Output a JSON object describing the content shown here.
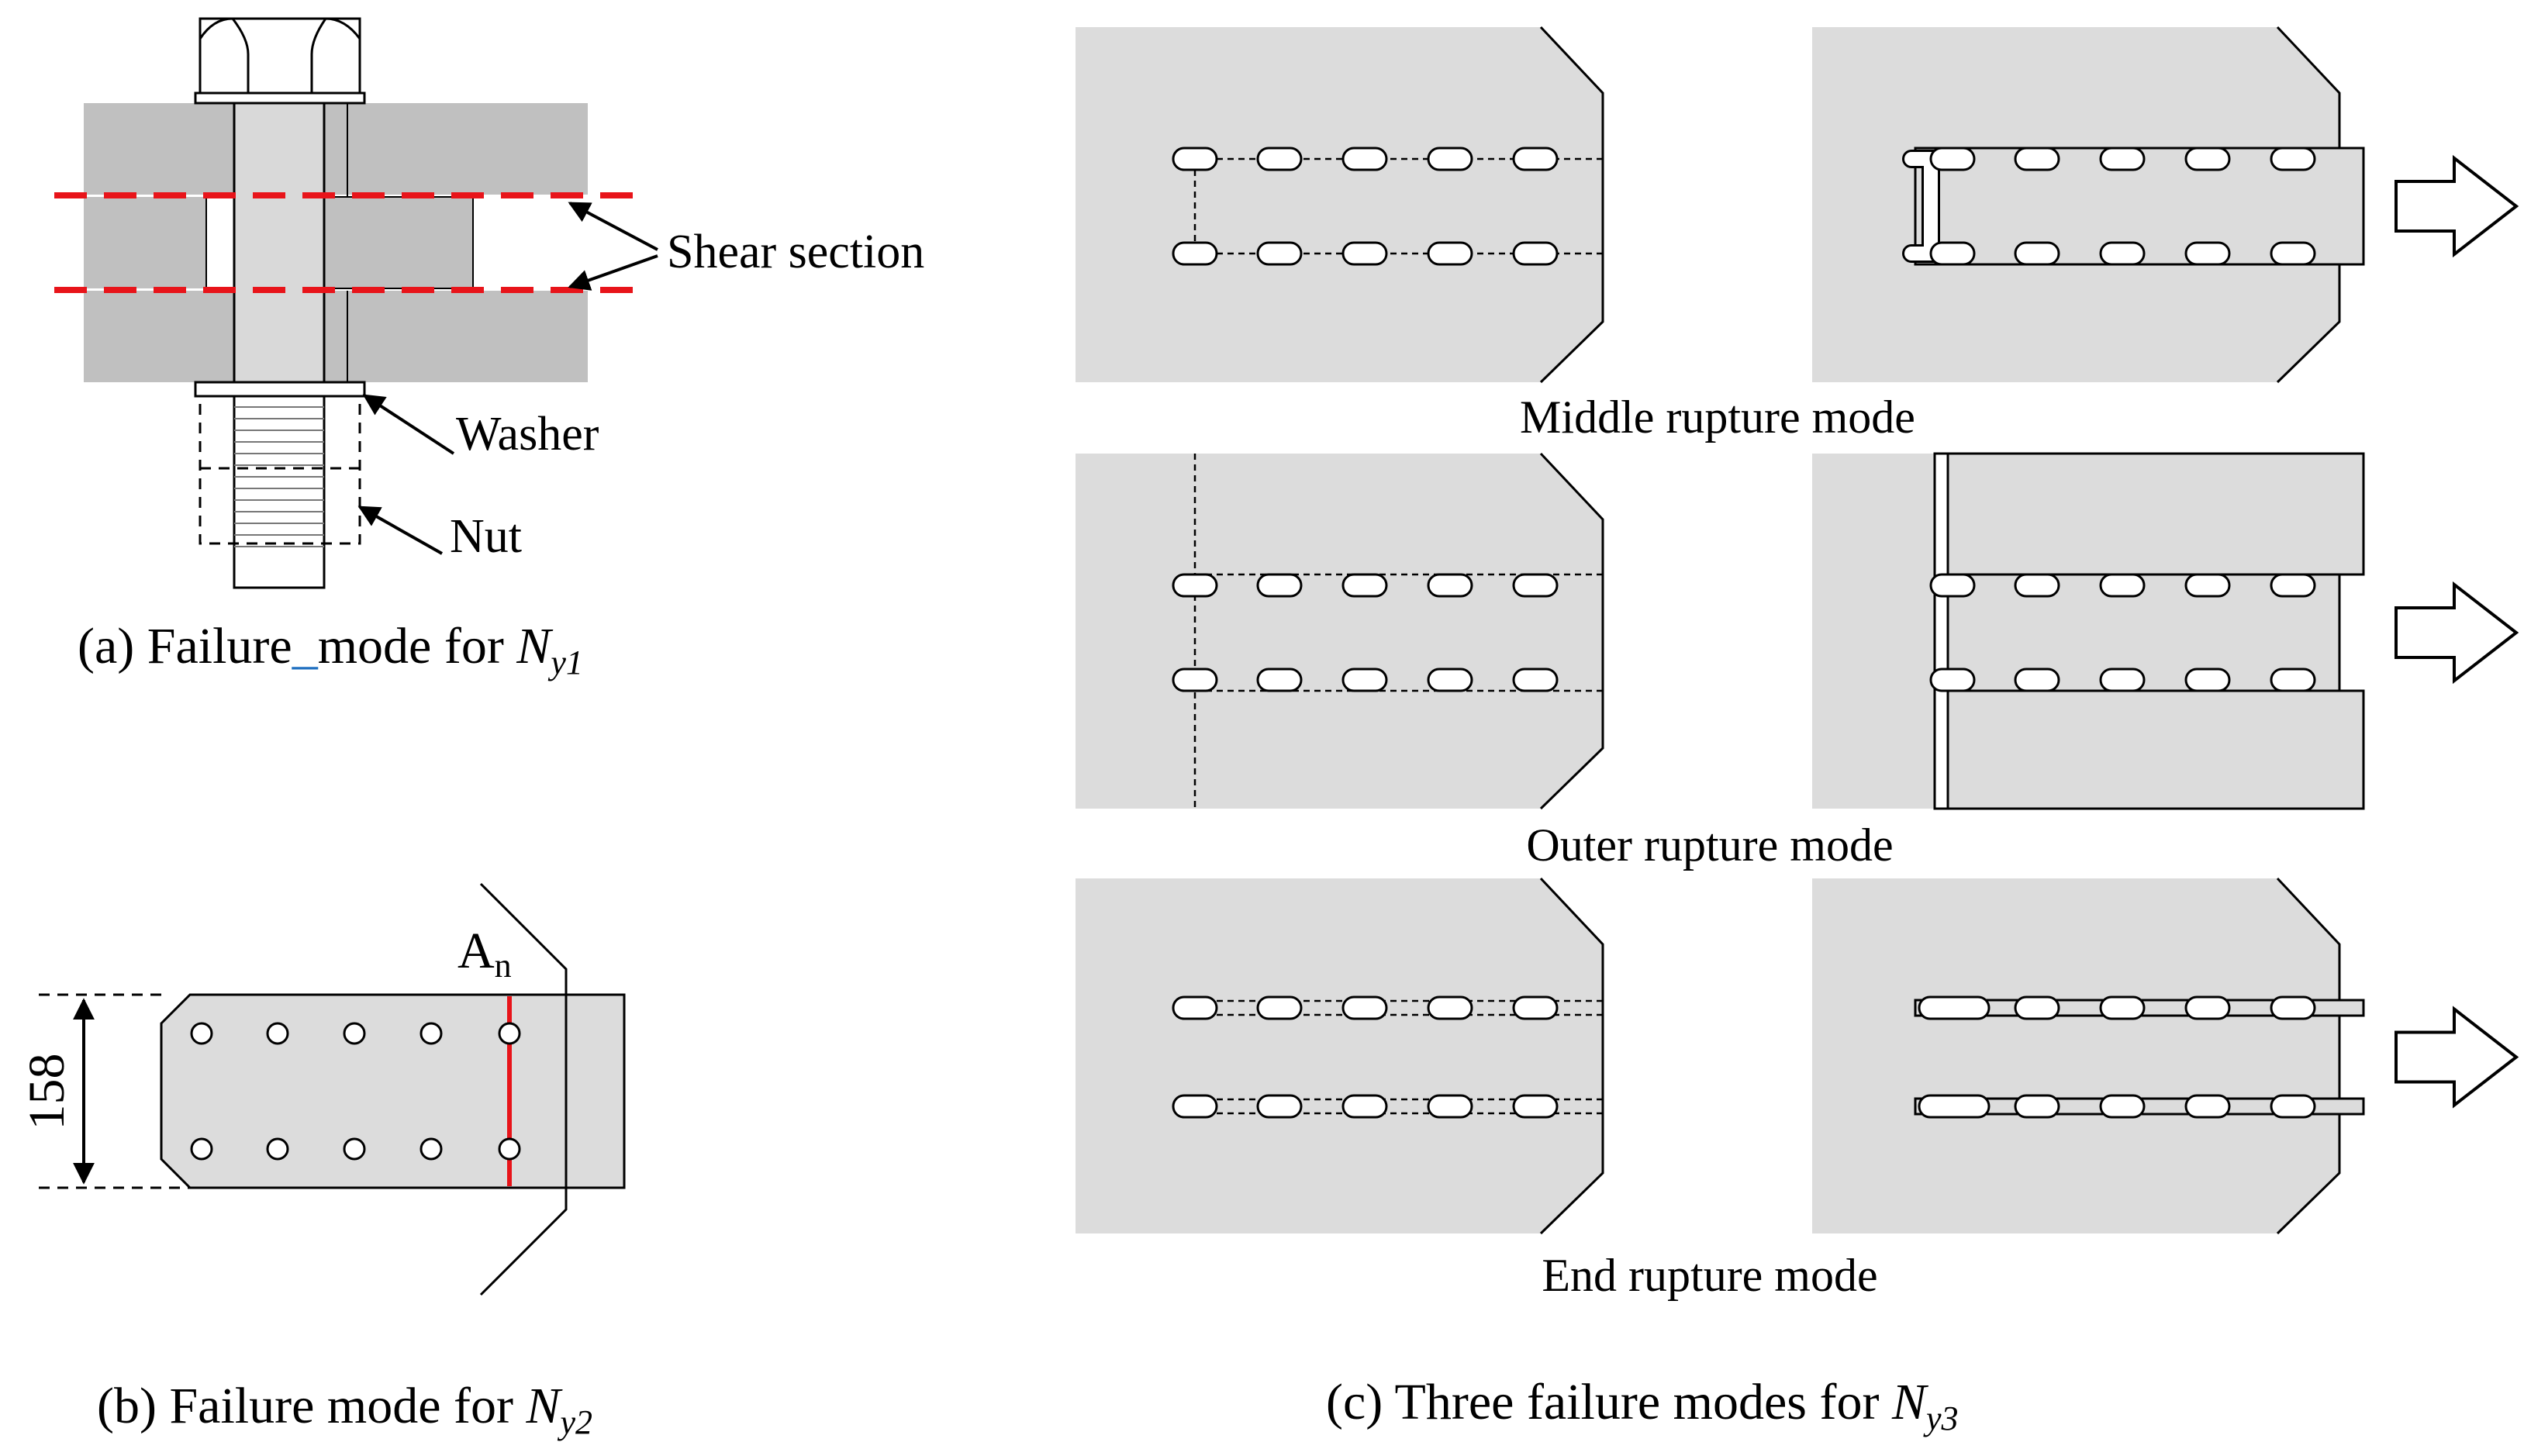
{
  "panel_a": {
    "caption_prefix": "(a) Failure",
    "caption_gap": "_",
    "caption_mid": "mode for ",
    "caption_var": "N",
    "caption_sub": "y1",
    "label_shear": "Shear section",
    "label_washer": "Washer",
    "label_nut": "Nut",
    "colors": {
      "shear_line": "#e8141a",
      "plate": "#c0c0c0",
      "bolt": "#d9d9d9"
    }
  },
  "panel_b": {
    "caption_prefix": "(b) Failure mode for ",
    "caption_var": "N",
    "caption_sub": "y2",
    "dimension_label": "158",
    "section_label": "A",
    "section_sub": "n",
    "colors": {
      "net_section": "#e8141a",
      "plate": "#dcdcdc"
    }
  },
  "panel_c": {
    "caption_prefix": "(c) Three failure modes for ",
    "caption_var": "N",
    "caption_sub": "y3",
    "modes": [
      {
        "label": "Middle rupture mode"
      },
      {
        "label": "Outer rupture mode"
      },
      {
        "label": "End rupture mode"
      }
    ],
    "colors": {
      "plate": "#dcdcdc"
    }
  }
}
